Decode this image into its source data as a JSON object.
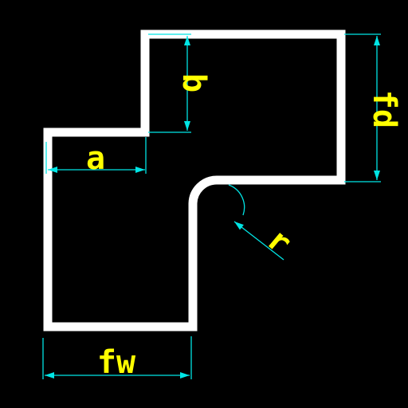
{
  "colors": {
    "background": "#000000",
    "outline": "#ffffff",
    "dimension_line": "#00e5e5",
    "dimension_text": "#ffff00"
  },
  "diagram": {
    "shape": "stepped profile with inner fillet",
    "labels": {
      "a": "a",
      "b": "b",
      "fd": "fd",
      "fw": "fw",
      "r": "r"
    }
  }
}
